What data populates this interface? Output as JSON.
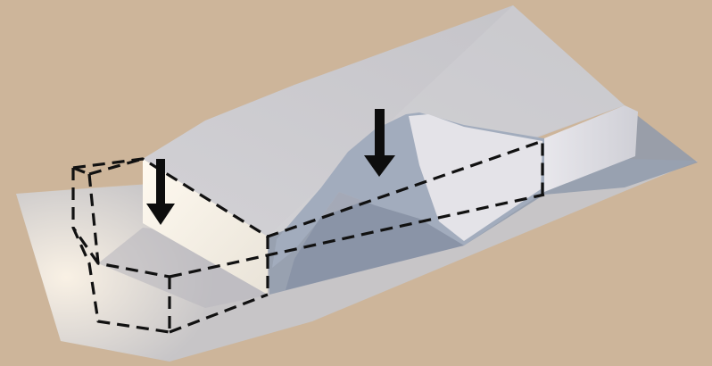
{
  "diagram": {
    "colors": {
      "background": "#cdb59a",
      "site_plane": "#c6c4c5",
      "mass_top": "#c9c8cc",
      "mass_side_lit": "#f4efe6",
      "mass_side_shade": "#dcdbe0",
      "shadow": "#8e98a8",
      "dashed_outline": "#111111",
      "arrow": "#0d0d0d"
    },
    "elements": {
      "arrows": [
        {
          "name": "push-down-arrow-left",
          "direction": "down"
        },
        {
          "name": "push-down-arrow-center",
          "direction": "down"
        }
      ],
      "dashed_volume": {
        "line_style": "dashed"
      }
    }
  }
}
